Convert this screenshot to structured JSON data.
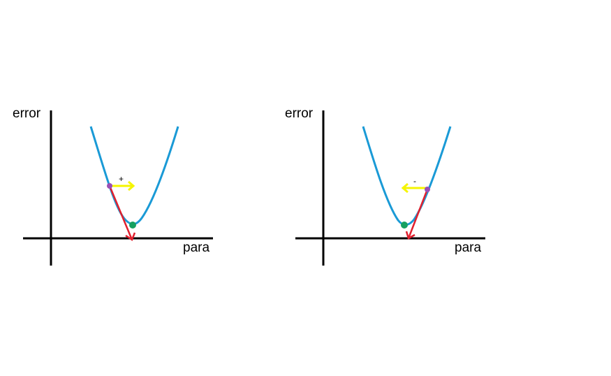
{
  "diagrams": [
    {
      "y_label": "error",
      "x_label": "para",
      "sign": "+"
    },
    {
      "y_label": "error",
      "x_label": "para",
      "sign": "-"
    }
  ],
  "colors": {
    "axis": "#000000",
    "curve": "#1a9ad6",
    "tangent": "#e0202e",
    "step_arrow": "#f5f500",
    "current_point": "#9b4fb5",
    "minimum_point": "#16a060"
  }
}
